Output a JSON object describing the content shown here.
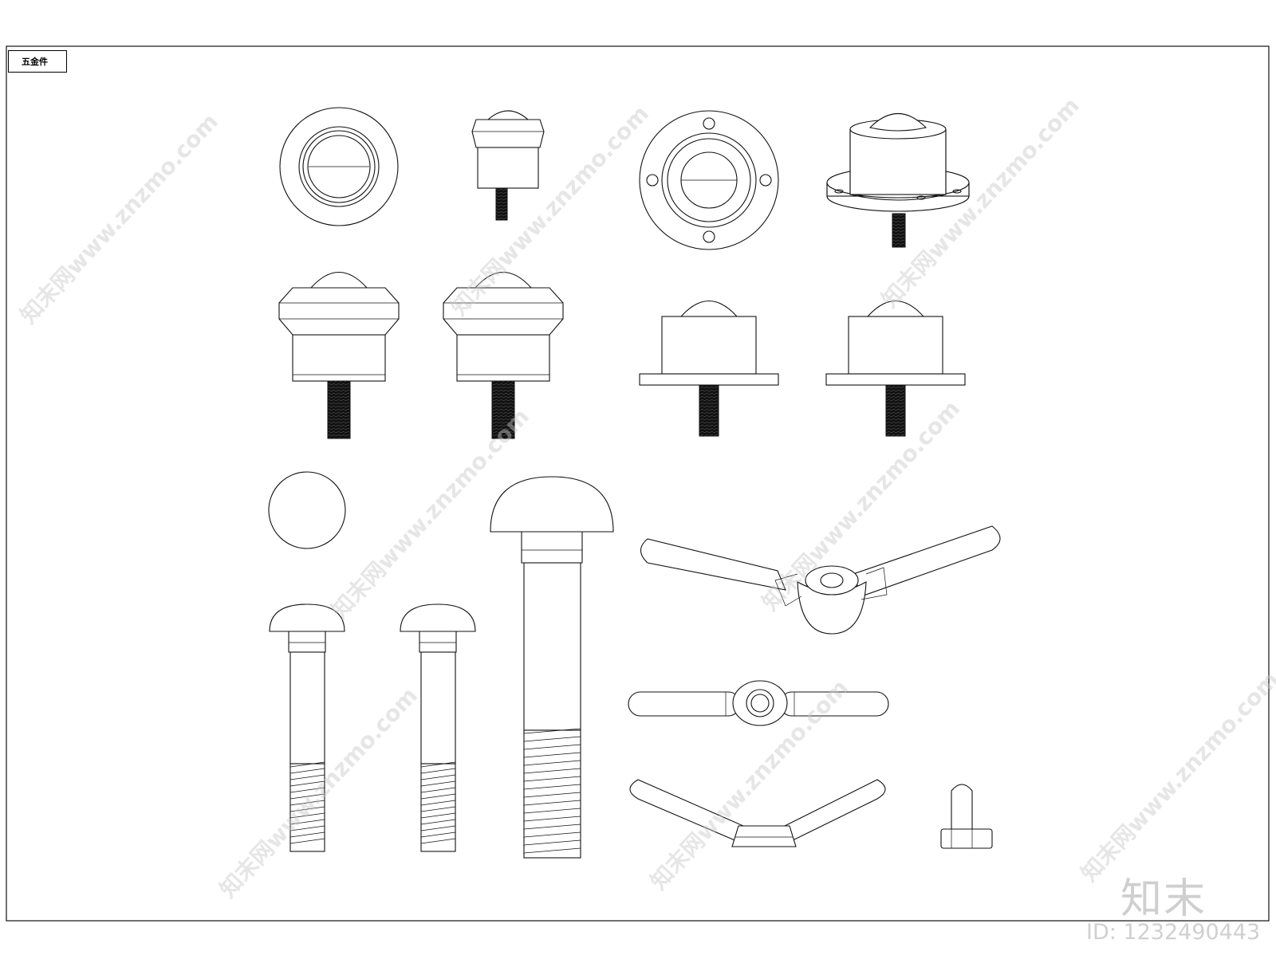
{
  "title": "五金件",
  "logo": "知末",
  "id_label": "ID: 1232490443",
  "watermark": "知末网www.znzmo.com",
  "colors": {
    "line": "#111111",
    "background": "#ffffff",
    "watermark": "#c8c8c8"
  }
}
